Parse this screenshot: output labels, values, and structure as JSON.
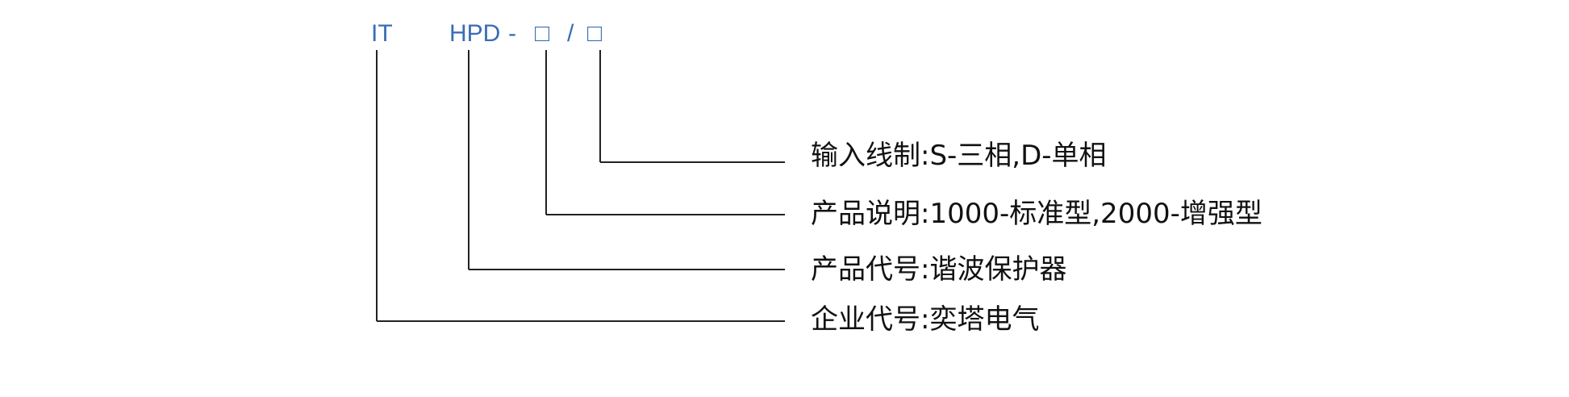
{
  "model_code": {
    "company_code": "IT",
    "product_code": "HPD",
    "dash": "-",
    "box1": "□",
    "slash": "/",
    "box2": "□"
  },
  "descriptions": [
    {
      "label": "输入线制:S-三相,D-单相"
    },
    {
      "label": "产品说明:1000-标准型,2000-增强型"
    },
    {
      "label": "产品代号:谐波保护器"
    },
    {
      "label": "企业代号:奕塔电气"
    }
  ],
  "colors": {
    "code_text": "#3a6db5",
    "label_text": "#111111",
    "leader_lines": "#222222"
  }
}
